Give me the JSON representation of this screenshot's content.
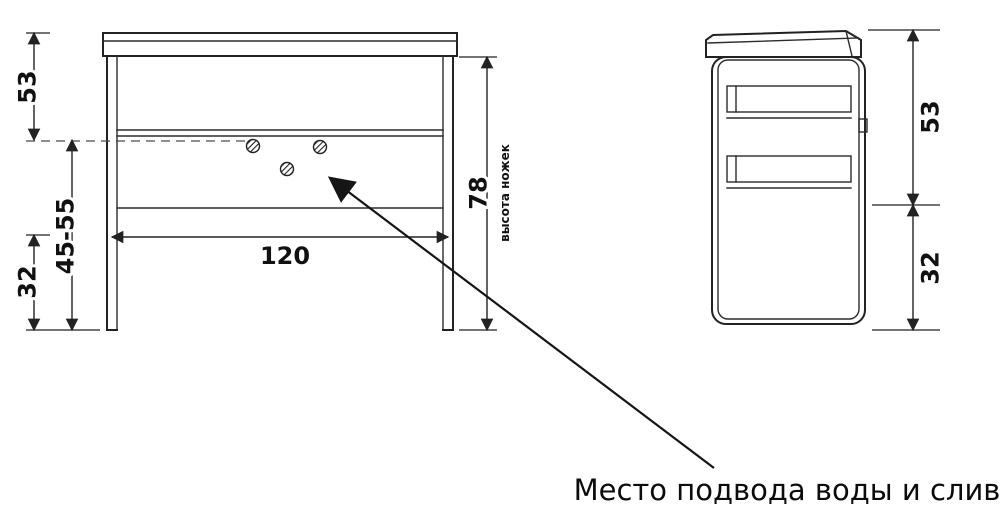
{
  "labels": {
    "front": {
      "height_top": "53",
      "height_adjust": "45-55",
      "height_bottom": "32",
      "width": "120",
      "body_height": "78",
      "legs_note": "высота ножек"
    },
    "side": {
      "height_top": "53",
      "height_bottom": "32"
    },
    "callout": "Место подвода воды и слив"
  },
  "colors": {
    "line": "#222222",
    "background": "#ffffff"
  }
}
